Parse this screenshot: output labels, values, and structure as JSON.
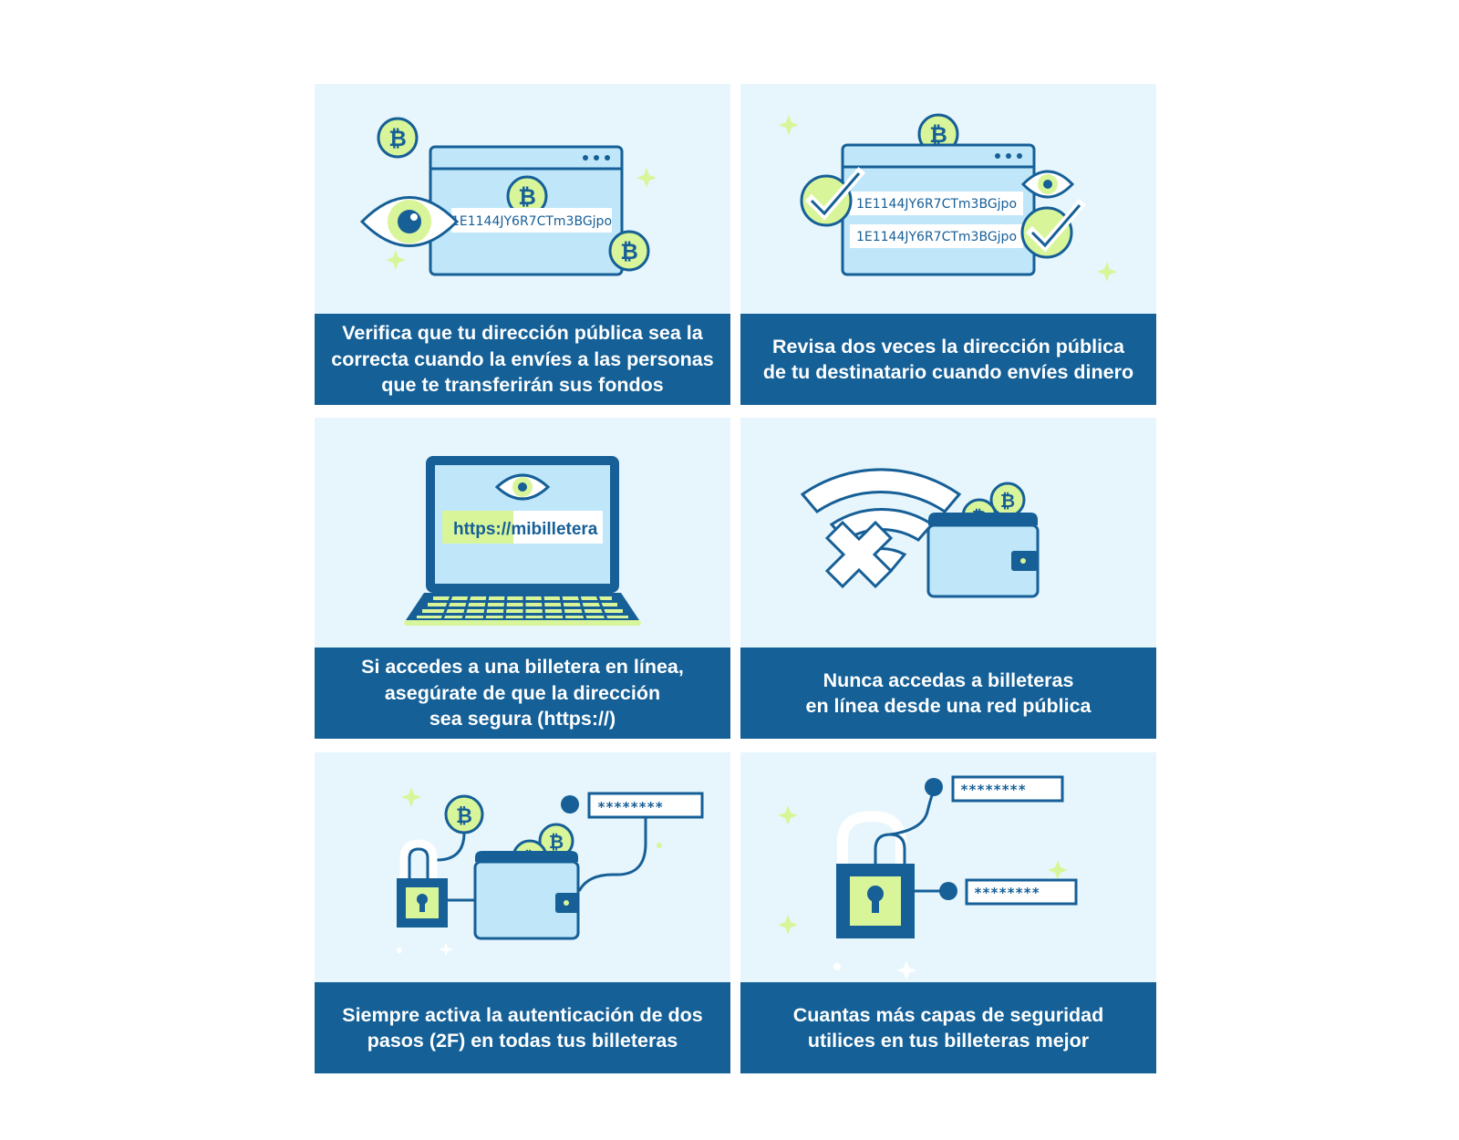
{
  "panels": [
    {
      "caption": "Verifica que tu dirección pública sea la\ncorrecta cuando la envíes a las personas\nque te transferirán sus fondos",
      "address": "1E1144JY6R7CTm3BGjpo"
    },
    {
      "caption": "Revisa dos veces la dirección pública\nde tu destinatario cuando envíes dinero",
      "address_1": "1E1144JY6R7CTm3BGjpo",
      "address_2": "1E1144JY6R7CTm3BGjpo"
    },
    {
      "caption": "Si accedes a una billetera en línea,\nasegúrate de que la dirección\nsea segura (https://)",
      "url_scheme": "https://",
      "url_host": "mibilletera"
    },
    {
      "caption": "Nunca accedas a billeteras\nen línea desde una red pública"
    },
    {
      "caption": "Siempre activa la autenticación de dos\npasos (2F) en todas tus billeteras",
      "password": "********"
    },
    {
      "caption": "Cuantas más capas de seguridad\nutilices en tus billeteras mejor",
      "password_1": "********",
      "password_2": "********"
    }
  ],
  "icons": {
    "coin_symbol": "₿"
  },
  "colors": {
    "navy": "#146097",
    "panel_bg": "#e6f6fc",
    "light_blue": "#bfe7f9",
    "lime": "#d9f59a",
    "white": "#ffffff"
  }
}
